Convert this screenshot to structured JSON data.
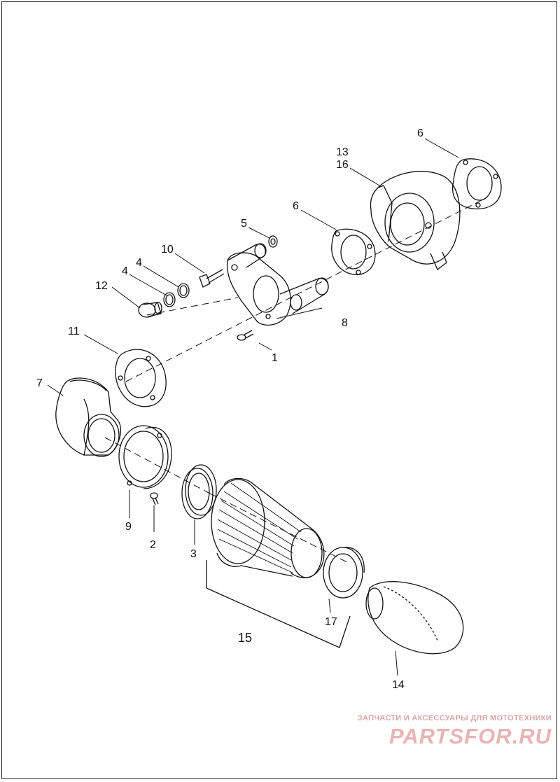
{
  "diagram": {
    "callouts": {
      "c1": "1",
      "c2": "2",
      "c3": "3",
      "c4a": "4",
      "c4b": "4",
      "c5": "5",
      "c6a": "6",
      "c6b": "6",
      "c7": "7",
      "c8": "8",
      "c9": "9",
      "c10": "10",
      "c11": "11",
      "c12": "12",
      "c13": "13",
      "c14": "14",
      "c15": "15",
      "c16": "16",
      "c17": "17"
    }
  },
  "watermark": {
    "tagline": "ЗАПЧАСТИ И АКСЕССУАРЫ ДЛЯ МОТОТЕХНИКИ",
    "logo": "PARTSFOR.RU"
  },
  "colors": {
    "line": "#111111",
    "watermark": "#e8b4b4"
  }
}
